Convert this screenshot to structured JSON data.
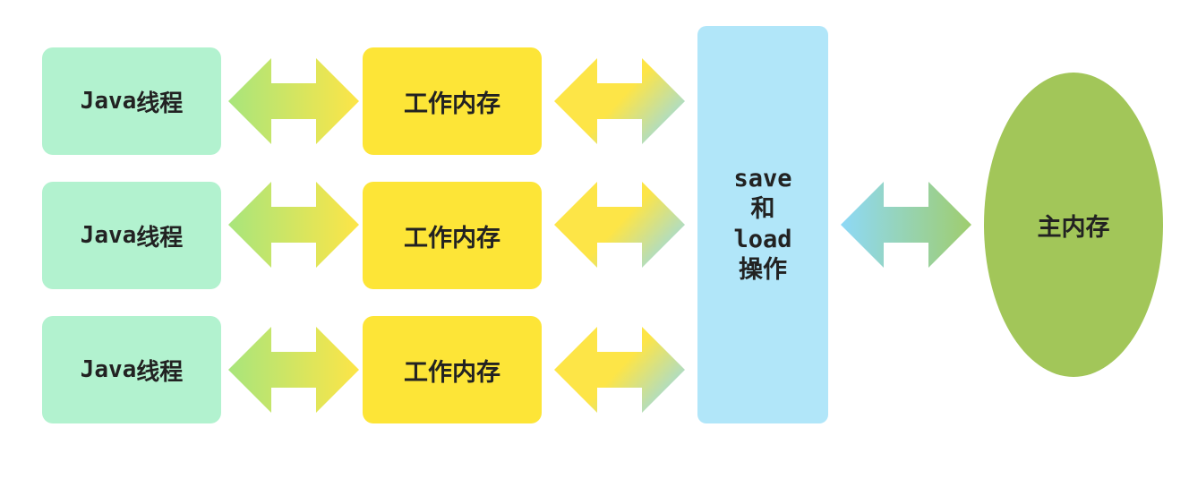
{
  "threads": [
    {
      "label_latin": "Java",
      "label_cjk": "线程"
    },
    {
      "label_latin": "Java",
      "label_cjk": "线程"
    },
    {
      "label_latin": "Java",
      "label_cjk": "线程"
    }
  ],
  "working_memories": [
    {
      "label": "工作内存"
    },
    {
      "label": "工作内存"
    },
    {
      "label": "工作内存"
    }
  ],
  "save_load": {
    "line1": "save",
    "line2": "和",
    "line3": "load",
    "line4": "操作"
  },
  "main_memory": {
    "label": "主内存"
  },
  "colors": {
    "thread_fill": "#b2f2cf",
    "working_memory_fill": "#fde537",
    "save_load_fill": "#b1e6f9",
    "main_memory_fill": "#a2c659",
    "arrow_green": "#a8e57c",
    "arrow_yellow": "#fde547",
    "arrow_blue": "#8ed9f7",
    "arrow_olive": "#9fcd6e"
  }
}
